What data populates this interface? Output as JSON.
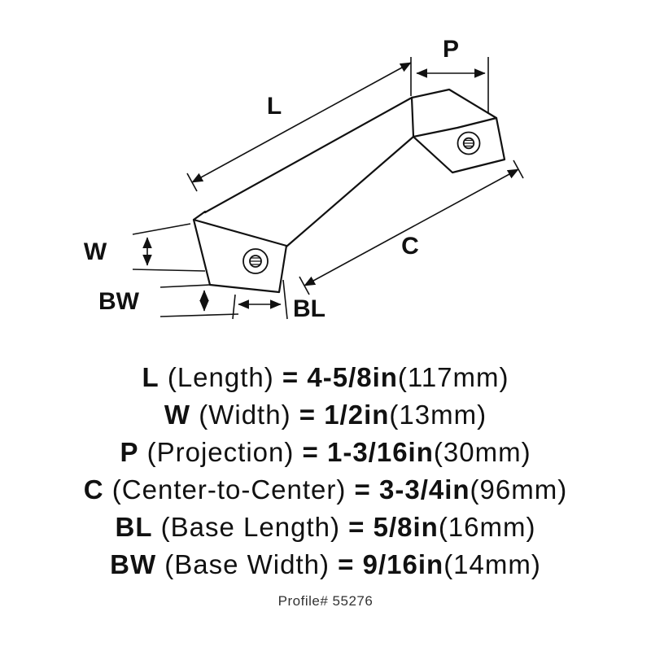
{
  "diagram": {
    "dim_labels": {
      "L": "L",
      "P": "P",
      "W": "W",
      "BW": "BW",
      "BL": "BL",
      "C": "C"
    }
  },
  "specs": [
    {
      "code": "L",
      "name": "(Length)",
      "eq": "=",
      "value": "4-5/8in",
      "metric": "(117mm)"
    },
    {
      "code": "W",
      "name": "(Width)",
      "eq": "=",
      "value": "1/2in",
      "metric": "(13mm)"
    },
    {
      "code": "P",
      "name": "(Projection)",
      "eq": "=",
      "value": "1-3/16in",
      "metric": "(30mm)"
    },
    {
      "code": "C",
      "name": "(Center-to-Center)",
      "eq": "=",
      "value": "3-3/4in",
      "metric": "(96mm)"
    },
    {
      "code": "BL",
      "name": "(Base Length)",
      "eq": "=",
      "value": "5/8in",
      "metric": "(16mm)"
    },
    {
      "code": "BW",
      "name": "(Base Width)",
      "eq": "=",
      "value": "9/16in",
      "metric": "(14mm)"
    }
  ],
  "footer": {
    "profile_label": "Profile# 55276"
  },
  "colors": {
    "line": "#111111",
    "background": "#ffffff"
  }
}
